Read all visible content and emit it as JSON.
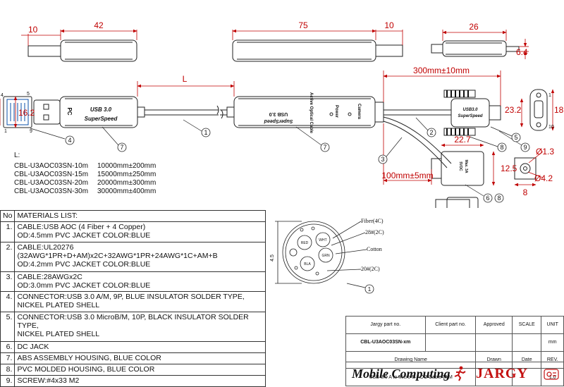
{
  "dimensions": {
    "plug_a_tip": "10",
    "plug_a_body": "42",
    "plug_b_body": "75",
    "plug_b_tip": "10",
    "micro_b_width": "26",
    "micro_b_height": "6.4",
    "cable_length": "L",
    "fanout_length": "300mm±10mm",
    "dc_branch_length": "100mm±5mm",
    "micro_b_body_height": "23.2",
    "micro_b_face_height": "18",
    "dc_body_length": "22.7",
    "dc_body_height": "12.5",
    "dc_pin": "Ø1.3",
    "dc_outer": "Ø4.2",
    "dc_face_width": "8",
    "usb_a_face_height": "16.2"
  },
  "labels": {
    "housing_a_line1": "USB 3.0",
    "housing_a_line2": "SuperSpeed",
    "housing_a_pc": "PC",
    "housing_b_text1": "USB 3.0",
    "housing_b_text2": "SuperSpeed",
    "housing_b_active": "Active Optical Cable",
    "housing_b_power": "Power",
    "housing_b_camera": "Camera",
    "micro_b_text1": "USB3.0",
    "micro_b_text2": "SuperSpeed",
    "dc_text1": "5VDC",
    "dc_text2": "Max. 3A",
    "pin_1": "1",
    "pin_4": "4",
    "pin_5": "5",
    "pin_9": "9",
    "pin_10": "10"
  },
  "callouts": [
    "1",
    "2",
    "3",
    "4",
    "5",
    "6",
    "7",
    "8",
    "9"
  ],
  "length_table": {
    "heading": "L:",
    "rows": [
      {
        "part": "CBL-U3AOC03SN-10m",
        "length": "10000mm±200mm"
      },
      {
        "part": "CBL-U3AOC03SN-15m",
        "length": "15000mm±250mm"
      },
      {
        "part": "CBL-U3AOC03SN-20m",
        "length": "20000mm±300mm"
      },
      {
        "part": "CBL-U3AOC03SN-30m",
        "length": "30000mm±400mm"
      }
    ]
  },
  "materials": {
    "header_no": "No",
    "header_title": "MATERIALS LIST:",
    "rows": [
      {
        "no": "1.",
        "lines": [
          "CABLE:USB AOC (4 Fiber + 4 Copper)",
          "OD:4.5mm  PVC JACKET COLOR:BLUE"
        ]
      },
      {
        "no": "2.",
        "lines": [
          "CABLE:UL20276 (32AWG*1PR+D+AM)x2C+32AWG*1PR+24AWG*1C+AM+B",
          "OD:4.2mm  PVC JACKET COLOR:BLUE"
        ]
      },
      {
        "no": "3.",
        "lines": [
          "CABLE:28AWGx2C",
          "OD:3.0mm  PVC JACKET COLOR:BLUE"
        ]
      },
      {
        "no": "4.",
        "lines": [
          "CONNECTOR:USB 3.0 A/M, 9P, BLUE INSULATOR SOLDER TYPE,",
          "NICKEL PLATED SHELL"
        ]
      },
      {
        "no": "5.",
        "lines": [
          "CONNECTOR:USB 3.0 MicroB/M, 10P, BLACK INSULATOR SOLDER TYPE,",
          "NICKEL PLATED SHELL"
        ]
      },
      {
        "no": "6.",
        "lines": [
          "DC JACK"
        ]
      },
      {
        "no": "7.",
        "lines": [
          "ABS ASSEMBLY HOUSING, BLUE COLOR"
        ]
      },
      {
        "no": "8.",
        "lines": [
          "PVC MOLDED HOUSING, BLUE COLOR"
        ]
      },
      {
        "no": "9.",
        "lines": [
          "SCREW:#4x33 M2"
        ]
      }
    ]
  },
  "cross_section": {
    "diameter": "4.5",
    "fiber_label": "Fiber(4C)",
    "awg28_label": "28#(2C)",
    "cotton_label": "Cotton",
    "awg20_label": "20#(2C)",
    "pair_red": "RED",
    "pair_wht": "WHT",
    "pair_grn": "GRN",
    "pair_bla": "BLA",
    "callout": "1"
  },
  "title_block": {
    "h_part": "Jargy part no.",
    "h_client": "Client part no.",
    "h_approved": "Approved",
    "h_scale": "SCALE",
    "h_unit": "UNIT",
    "part_no": "CBL-U3AOC03SN-xm",
    "unit": "mm",
    "h_drawing_name": "Drawing Name",
    "h_drawn": "Drawn",
    "h_date": "Date",
    "h_rev": "REV.",
    "drawing_name": "USB 3.0 A to Micro-B AOC Cable M/M",
    "rev": "1.0"
  },
  "logo": {
    "mobile": "Mobile",
    "computing": "Computing",
    "jargy": "JARGY"
  },
  "colors": {
    "line": "#222222",
    "dim": "#c00000",
    "logo_red": "#c41111"
  }
}
